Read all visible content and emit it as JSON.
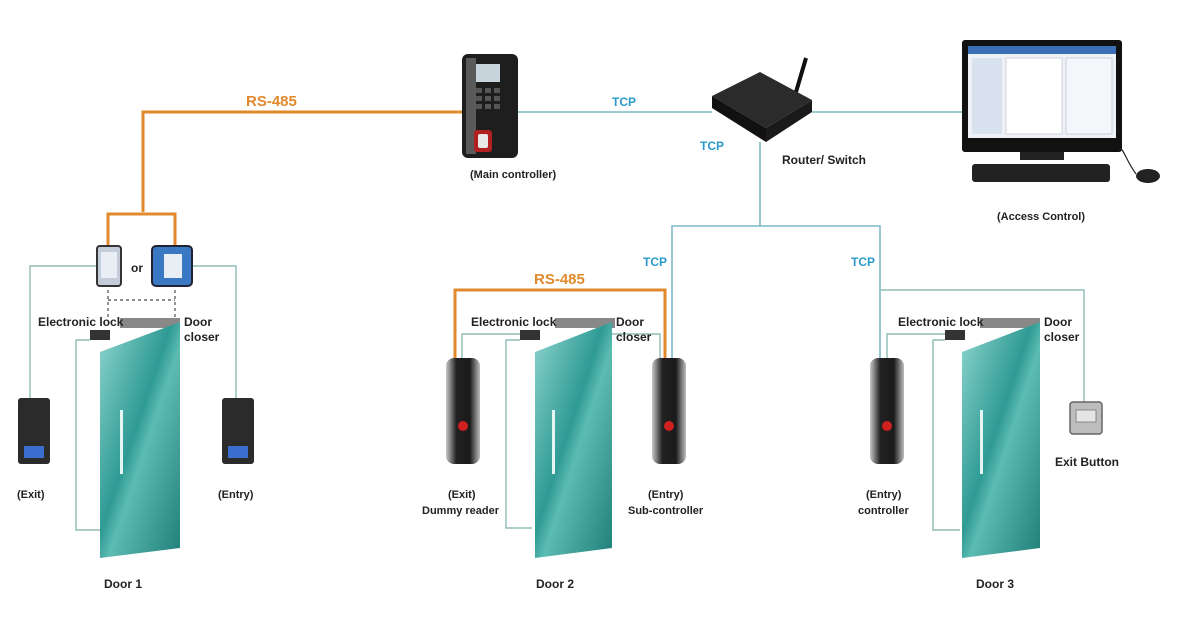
{
  "links": {
    "rs485_top": "RS-485",
    "rs485_door2": "RS-485",
    "tcp_top": "TCP",
    "tcp_router": "TCP",
    "tcp_door2": "TCP",
    "tcp_door3": "TCP"
  },
  "devices": {
    "main_controller": "(Main controller)",
    "router": "Router/ Switch",
    "access_control": "(Access Control)",
    "or_label": "or"
  },
  "door1": {
    "title": "Door 1",
    "lock": "Electronic lock",
    "closer_1": "Door",
    "closer_2": "closer",
    "exit": "(Exit)",
    "entry": "(Entry)"
  },
  "door2": {
    "title": "Door 2",
    "lock": "Electronic lock",
    "closer_1": "Door",
    "closer_2": "closer",
    "exit_1": "(Exit)",
    "exit_2": "Dummy reader",
    "entry_1": "(Entry)",
    "entry_2": "Sub-controller"
  },
  "door3": {
    "title": "Door 3",
    "lock": "Electronic lock",
    "closer_1": "Door",
    "closer_2": "closer",
    "entry_1": "(Entry)",
    "entry_2": "controller",
    "exit_button": "Exit Button"
  },
  "colors": {
    "rs485": "#e08a2c",
    "tcp": "#7fb8c9",
    "wire": "#8fbdb5",
    "tcp_text": "#2a9ac9"
  }
}
